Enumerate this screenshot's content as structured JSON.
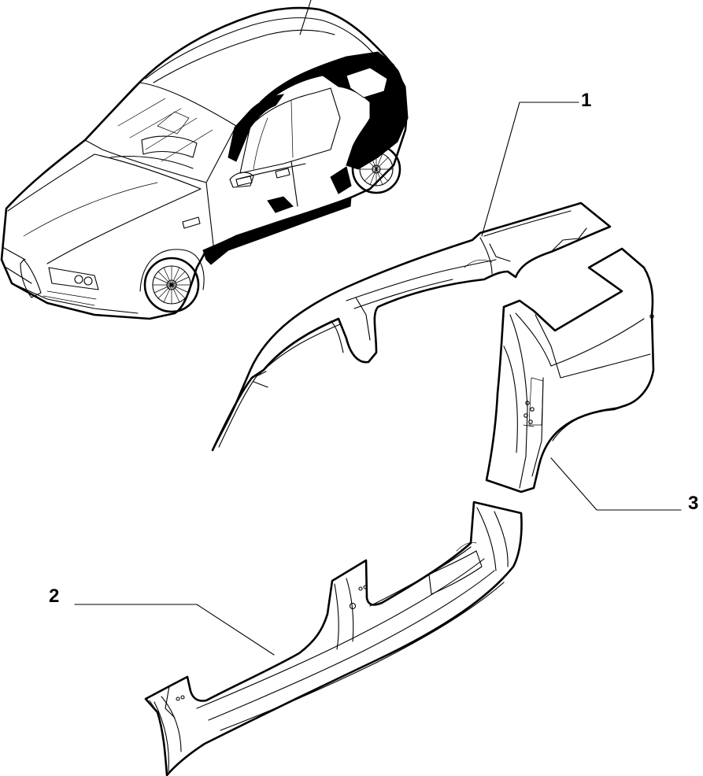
{
  "callouts": [
    {
      "id": "1",
      "label": "1"
    },
    {
      "id": "2",
      "label": "2"
    },
    {
      "id": "3",
      "label": "3"
    }
  ],
  "colors": {
    "line": "#000000",
    "background": "#ffffff",
    "highlight": "#000000"
  }
}
